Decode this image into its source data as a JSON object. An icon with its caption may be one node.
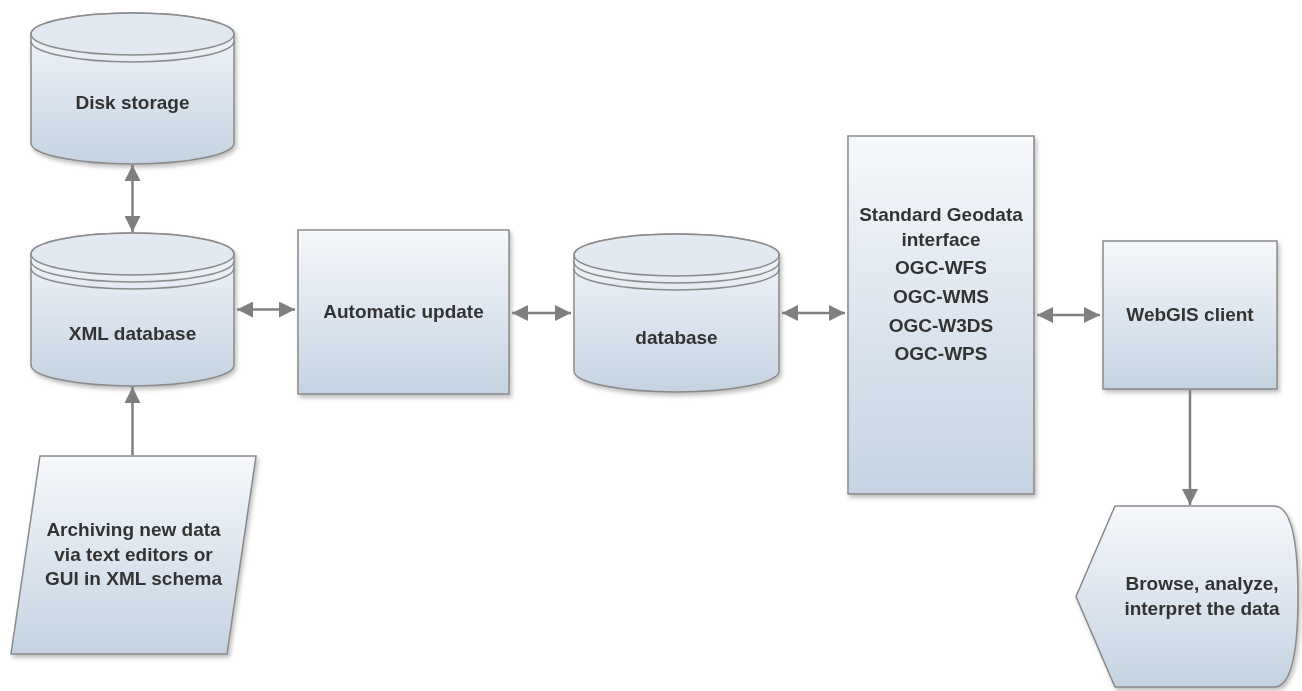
{
  "diagram": {
    "nodes": [
      {
        "text": [
          "Disk storage"
        ]
      },
      {
        "text": [
          "XML database"
        ]
      },
      {
        "text": [
          "Automatic update"
        ]
      },
      {
        "text": [
          "database"
        ]
      },
      {
        "text": [
          "Standard Geodata interface",
          "OGC-WFS",
          "OGC-WMS",
          "OGC-W3DS",
          "OGC-WPS"
        ]
      },
      {
        "text": [
          "WebGIS client"
        ]
      },
      {
        "text": [
          "Browse, analyze, interpret the data"
        ]
      },
      {
        "text": [
          "Archiving new data via text editors or GUI in XML schema"
        ]
      }
    ],
    "edges": [
      {
        "from": 0,
        "to": 1,
        "arrow": "both"
      },
      {
        "from": 7,
        "to": 1,
        "arrow": "to"
      },
      {
        "from": 1,
        "to": 2,
        "arrow": "both"
      },
      {
        "from": 2,
        "to": 3,
        "arrow": "both"
      },
      {
        "from": 3,
        "to": 4,
        "arrow": "both"
      },
      {
        "from": 4,
        "to": 5,
        "arrow": "both"
      },
      {
        "from": 5,
        "to": 6,
        "arrow": "to"
      }
    ]
  }
}
